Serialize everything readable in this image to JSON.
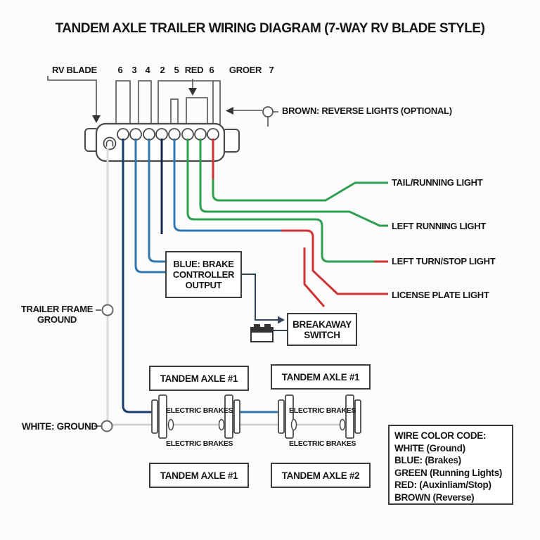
{
  "title": "TANDEM AXLE TRAILER WIRING DIAGRAM (7-WAY RV BLADE STYLE)",
  "connector": {
    "label": "RV BLADE",
    "pin_labels": [
      "6",
      "3",
      "4",
      "2",
      "5",
      "RED",
      "6",
      "GROER",
      "7"
    ]
  },
  "annotations": {
    "brown_reverse": "BROWN: REVERSE LIGHTS (OPTIONAL)",
    "trailer_frame_ground_line1": "TRAILER FRAME",
    "trailer_frame_ground_line2": "GROUND",
    "white_ground": "WHITE: GROUND"
  },
  "right_labels": [
    {
      "label": "TAIL/RUNNING LIGHT",
      "wire_color": "#2e9e4f"
    },
    {
      "label": "LEFT RUNNING LIGHT",
      "wire_color": "#2e9e4f"
    },
    {
      "label": "LEFT TURN/STOP LIGHT",
      "wire_color": "#cf3434"
    },
    {
      "label": "LICENSE PLATE LIGHT",
      "wire_color": "#cf3434"
    }
  ],
  "boxes": {
    "brake_controller_line1": "BLUE: BRAKE",
    "brake_controller_line2": "CONTROLLER",
    "brake_controller_line3": "OUTPUT",
    "breakaway_line1": "BREAKAWAY",
    "breakaway_line2": "SWITCH",
    "axle_top_left": "TANDEM AXLE #1",
    "axle_top_right": "TANDEM AXLE #1",
    "axle_bottom_left": "TANDEM AXLE #1",
    "axle_bottom_right": "TANDEM AXLE #2",
    "electric_brakes": "ELECTRIC BRAKES"
  },
  "color_code": {
    "title": "WIRE COLOR CODE:",
    "entries": [
      "WHITE (Ground)",
      "BLUE: (Brakes)",
      "GREEN (Running Lights)",
      "RED: (Auxinliam/Stop)",
      "BROWN (Reverse)"
    ]
  },
  "colors": {
    "green": "#2e9e4f",
    "red": "#cf3434",
    "navy": "#1b3a6e",
    "dark_navy": "#16294d",
    "blue": "#2f77b0",
    "white_wire": "#d8dbdc",
    "axle_gray": "#c9cccc",
    "outline": "#4a4a4a",
    "leader": "#555555"
  }
}
